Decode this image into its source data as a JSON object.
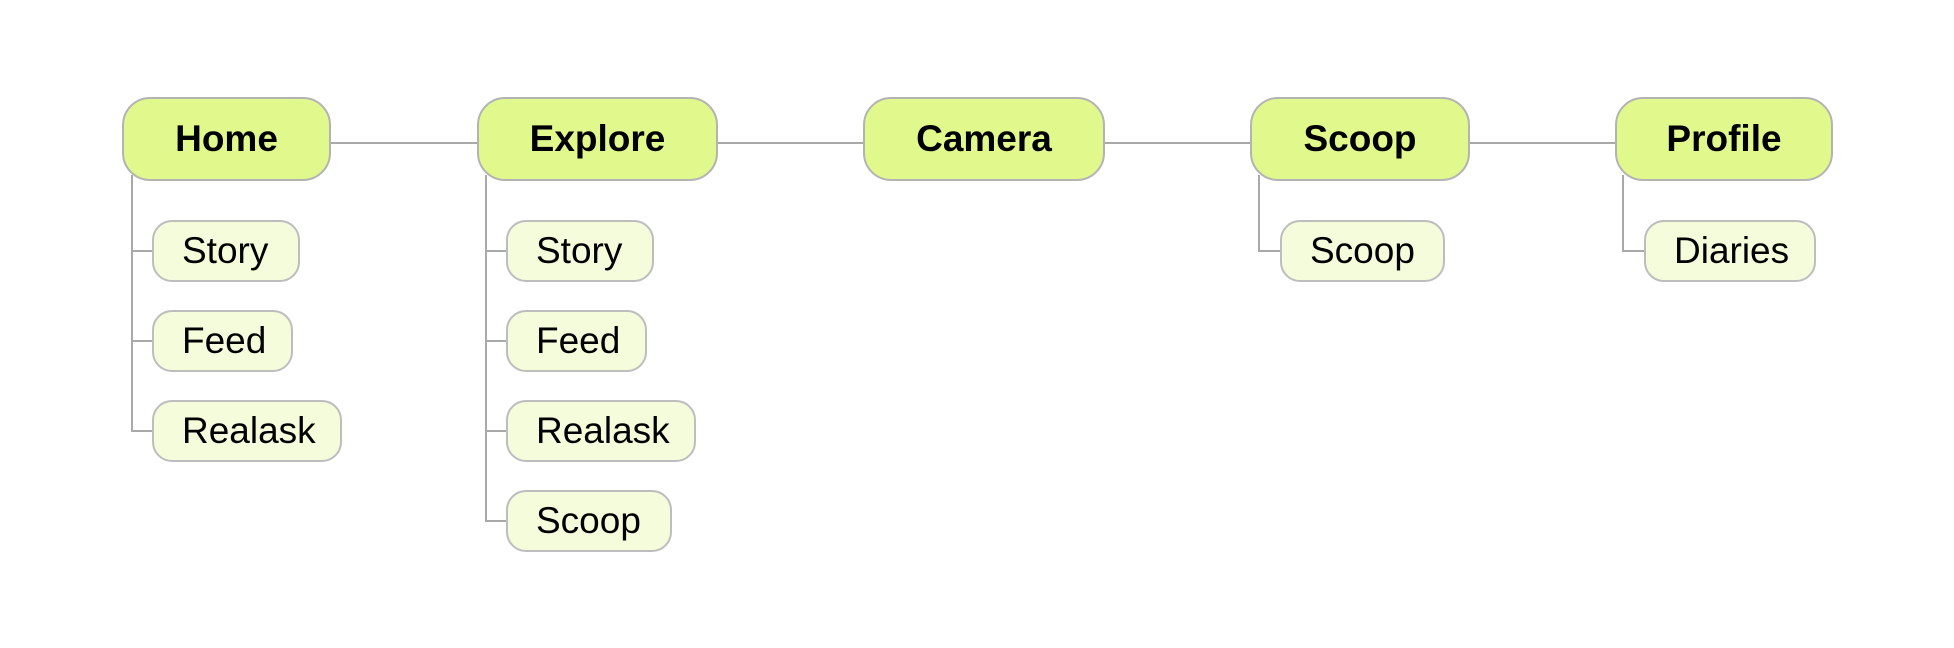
{
  "diagram": {
    "nodes": [
      {
        "id": "home",
        "label": "Home",
        "children": [
          "Story",
          "Feed",
          "Realask"
        ]
      },
      {
        "id": "explore",
        "label": "Explore",
        "children": [
          "Story",
          "Feed",
          "Realask",
          "Scoop"
        ]
      },
      {
        "id": "camera",
        "label": "Camera",
        "children": []
      },
      {
        "id": "scoop",
        "label": "Scoop",
        "children": [
          "Scoop"
        ]
      },
      {
        "id": "profile",
        "label": "Profile",
        "children": [
          "Diaries"
        ]
      }
    ],
    "colors": {
      "main_fill": "#e1f88c",
      "child_fill": "#f5fcdc",
      "border": "#b3b3b3",
      "connector": "#a9a9a9"
    }
  }
}
